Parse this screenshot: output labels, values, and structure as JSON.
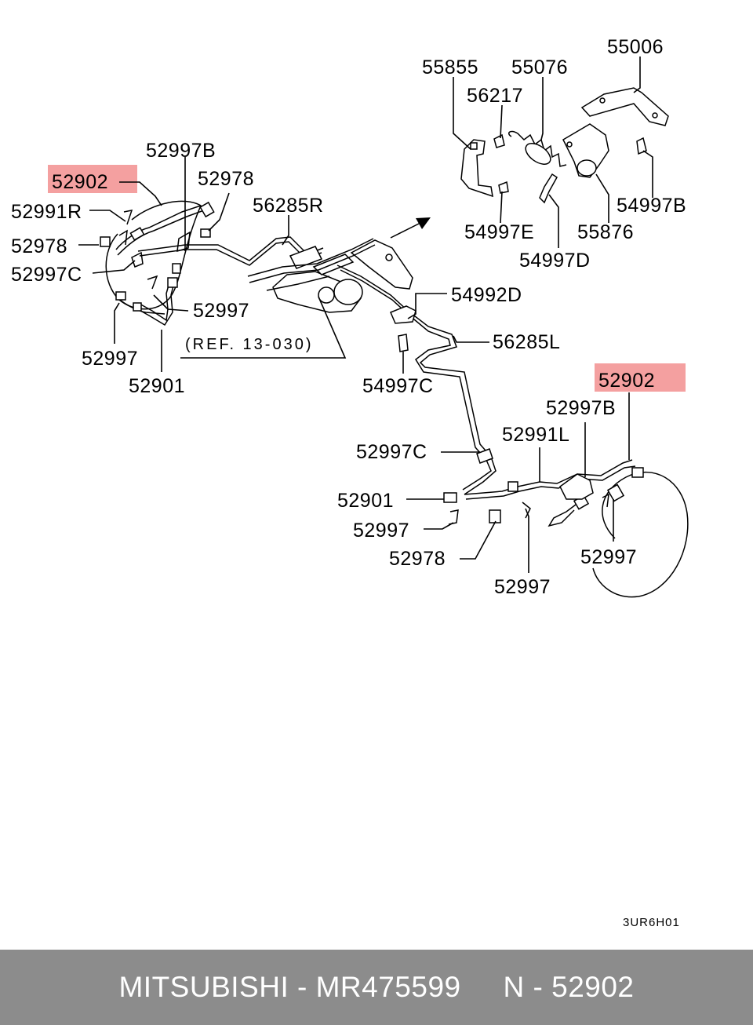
{
  "labels": {
    "l_55855": "55855",
    "l_55076": "55076",
    "l_55006": "55006",
    "l_56217": "56217",
    "l_54997b": "54997B",
    "l_54997e": "54997E",
    "l_55876": "55876",
    "l_54997d": "54997D",
    "l_52997b_left": "52997B",
    "l_52902_left": "52902",
    "l_52978_top": "52978",
    "l_56285r": "56285R",
    "l_52991r": "52991R",
    "l_52978_left": "52978",
    "l_52997c_left": "52997C",
    "l_52997_mid": "52997",
    "l_52997_left": "52997",
    "l_52901_left": "52901",
    "l_54992d": "54992D",
    "l_56285l": "56285L",
    "l_54997c": "54997C",
    "l_52902_right": "52902",
    "l_52997b_right": "52997B",
    "l_52991l": "52991L",
    "l_52997c_right": "52997C",
    "l_52901_right": "52901",
    "l_52997_bl": "52997",
    "l_52978_bottom": "52978",
    "l_52997_bottom": "52997",
    "l_52997_right": "52997"
  },
  "reference": "(REF. 13-030)",
  "diagram_code": "3UR6H01",
  "highlight_color": "#f08080",
  "footer": {
    "text": "MITSUBISHI - MR475599     N - 52902",
    "background": "#8c8c8c"
  }
}
